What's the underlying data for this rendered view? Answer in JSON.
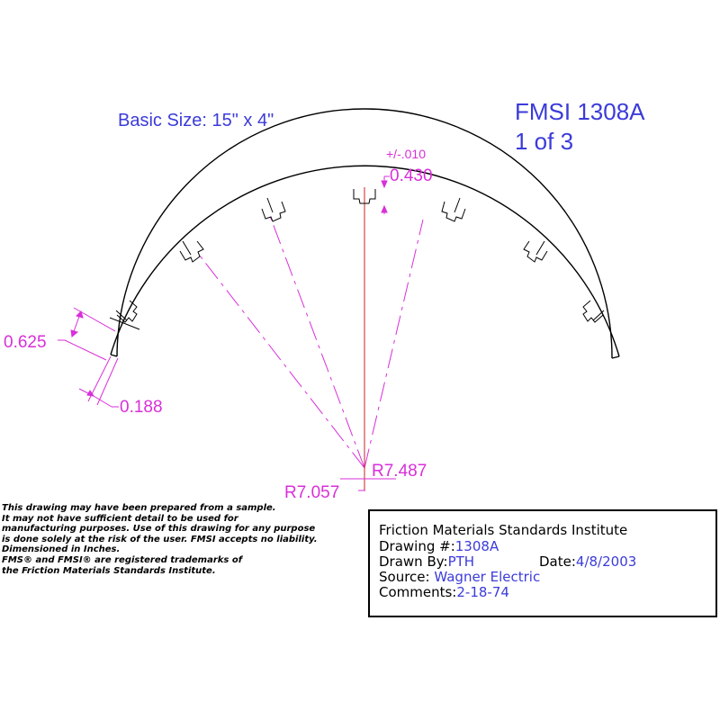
{
  "header": {
    "basic_size": "Basic Size: 15\" x 4\"",
    "part_number": "FMSI 1308A",
    "sheet": "1 of 3"
  },
  "dimensions": {
    "tolerance": "+/-.010",
    "rivet_depth": "0.430",
    "edge_height": "0.625",
    "edge_offset": "0.188",
    "outer_radius": "R7.487",
    "inner_radius": "R7.057"
  },
  "disclaimer": {
    "lines": [
      "This drawing may have been prepared from a sample.",
      "It may not have sufficient detail to be used for",
      "manufacturing purposes.  Use of this drawing for any purpose",
      "is done solely at the risk of the user. FMSI accepts no liability.",
      "Dimensioned in Inches.",
      "FMS® and FMSI® are registered trademarks of",
      "the Friction Materials Standards Institute."
    ]
  },
  "title_block": {
    "organization": "Friction Materials Standards Institute",
    "drawing_label": "Drawing #:",
    "drawing_value": "1308A",
    "drawn_by_label": "Drawn By:",
    "drawn_by_value": "PTH",
    "date_label": "Date:",
    "date_value": "4/8/2003",
    "source_label": "Source:",
    "source_value": "Wagner Electric",
    "comments_label": "Comments:",
    "comments_value": "2-18-74"
  },
  "colors": {
    "outline": "#000000",
    "dimension": "#d92fd9",
    "annotation": "#3b3bd9",
    "centerline": "#cc2222"
  }
}
